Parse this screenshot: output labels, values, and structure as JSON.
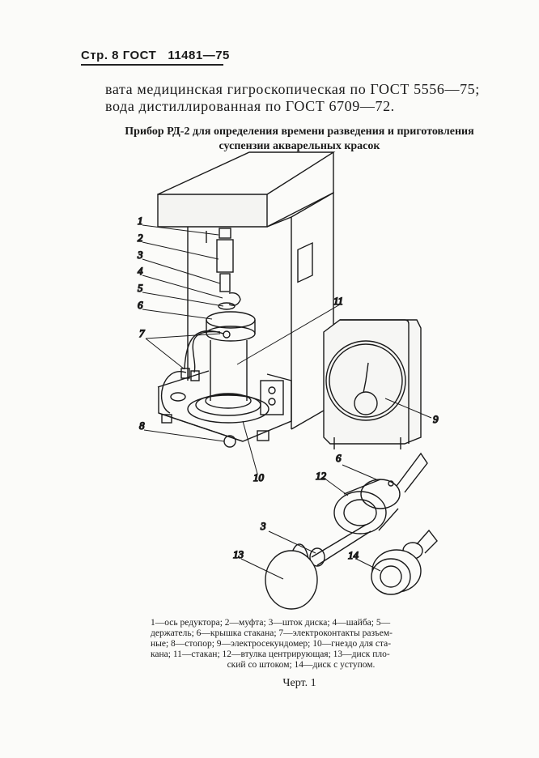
{
  "header": {
    "page": "Стр. 8",
    "standard": "ГОСТ",
    "number": "11481—75"
  },
  "body": {
    "lines": [
      "вата медицинская гигроскопическая по ГОСТ 5556—75;",
      "вода дистиллированная по ГОСТ 6709—72."
    ]
  },
  "figure": {
    "title_lines": [
      "Прибор РД-2 для определения времени разведения и приготовления",
      "суспензии акварельных красок"
    ],
    "callouts": [
      "1",
      "2",
      "3",
      "4",
      "5",
      "6",
      "7",
      "8",
      "9",
      "10",
      "11",
      "6",
      "12",
      "3",
      "13",
      "14"
    ],
    "caption_lines": [
      "1—ось редуктора; 2—муфта; 3—шток диска; 4—шайба; 5—",
      "держатель; 6—крышка стакана; 7—электроконтакты разъем-",
      "ные; 8—стопор; 9—электросекундомер; 10—гнездо для ста-",
      "кана; 11—стакан; 12—втулка центрирующая; 13—диск пло-",
      "ский со штоком; 14—диск с уступом."
    ],
    "label": "Черт. 1"
  }
}
